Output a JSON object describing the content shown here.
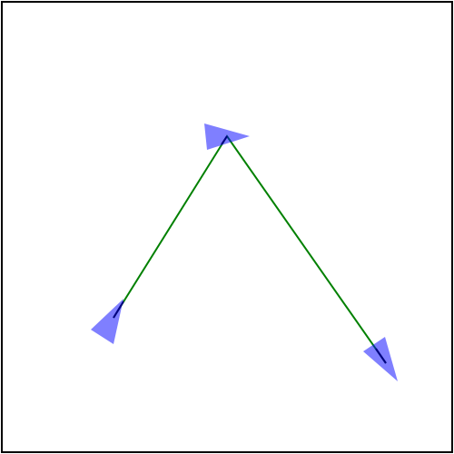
{
  "diagram": {
    "background_color": "#ffffff",
    "frame_color": "#000000",
    "path_color": "#008000",
    "marker_fill_color": "#0000ff",
    "marker_opacity": 0.5,
    "marker_tick_color": "#000080",
    "path_vertices": 3,
    "marker_shape": "triangle-pointer",
    "labels": []
  }
}
